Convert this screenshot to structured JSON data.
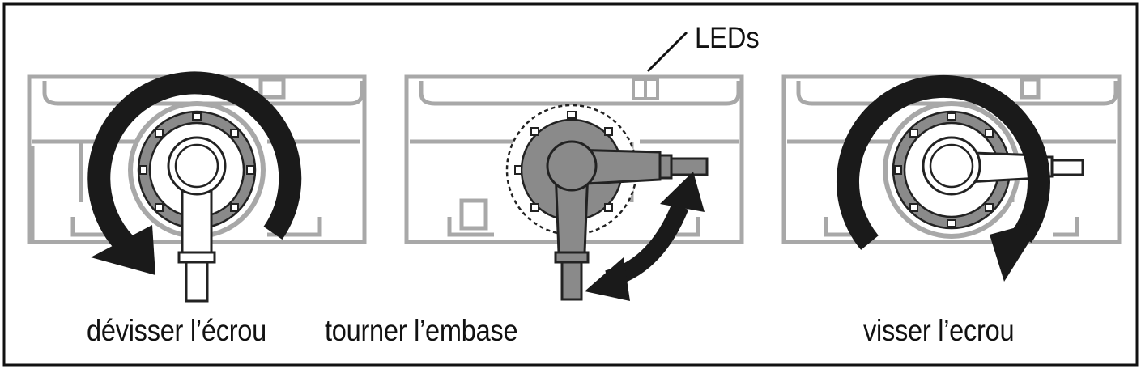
{
  "labels": {
    "leds": "LEDs",
    "step1": "dévisser l’écrou",
    "step2": "tourner l’embase",
    "step3": "visser l’ecrou"
  },
  "colors": {
    "frame": "#111111",
    "housing": "#a8a8a8",
    "arrow": "#1a1a1a",
    "cable": "#9a9a9a",
    "nut": "#8a8a8a"
  },
  "icons": [
    "counterclockwise-arrow-icon",
    "bidirectional-arrow-icon",
    "clockwise-arrow-icon"
  ]
}
